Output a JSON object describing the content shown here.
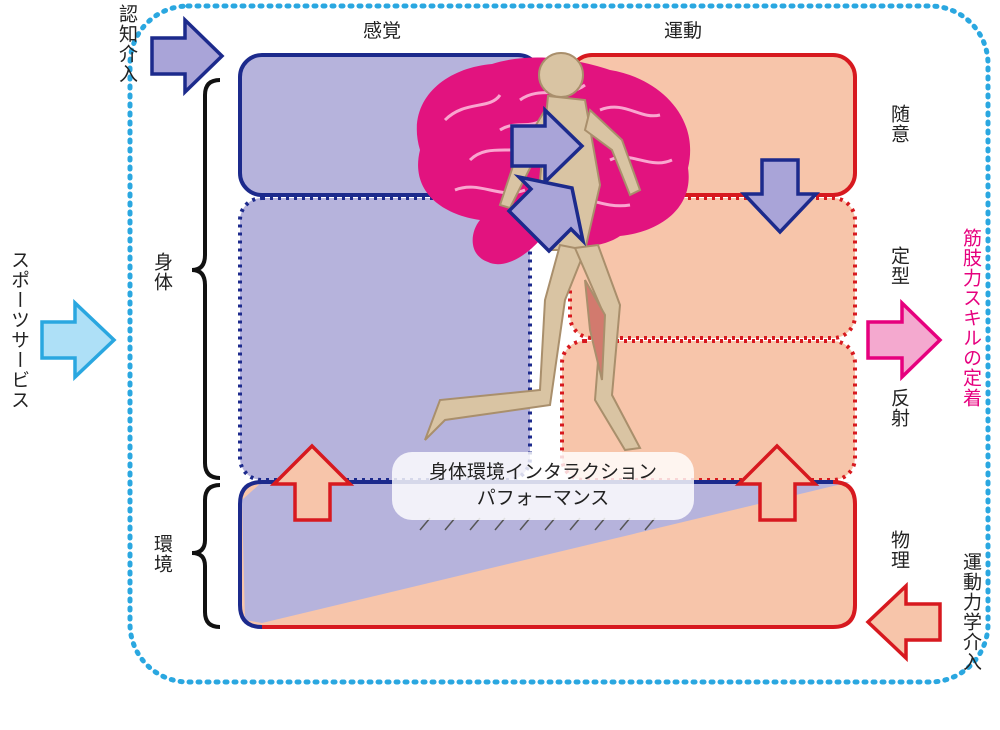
{
  "labels": {
    "sensation": "感覚",
    "motor": "運動",
    "cognitive_intervention": "認知介入",
    "body": "身体",
    "environment": "環境",
    "sports_service": "スポーツサービス",
    "voluntary": "随意",
    "stereotyped": "定型",
    "reflex": "反射",
    "physical": "物理",
    "skill_retention": "筋肢力スキルの定着",
    "kinetics_intervention": "運動力学介入",
    "performance_line1": "身体環境インタラクション",
    "performance_line2": "パフォーマンス"
  },
  "colors": {
    "sensory_fill": "#b6b3dc",
    "sensory_border": "#1c2a8c",
    "motor_fill": "#f7c5aa",
    "motor_border": "#d7191f",
    "outer_dotted": "#2aa7e0",
    "brain": "#e2137f",
    "arrow_purple": "#a9a4d8",
    "arrow_light_blue": "#aee0f7",
    "arrow_pink": "#f4a9cf",
    "arrow_peach": "#f7c5aa"
  }
}
